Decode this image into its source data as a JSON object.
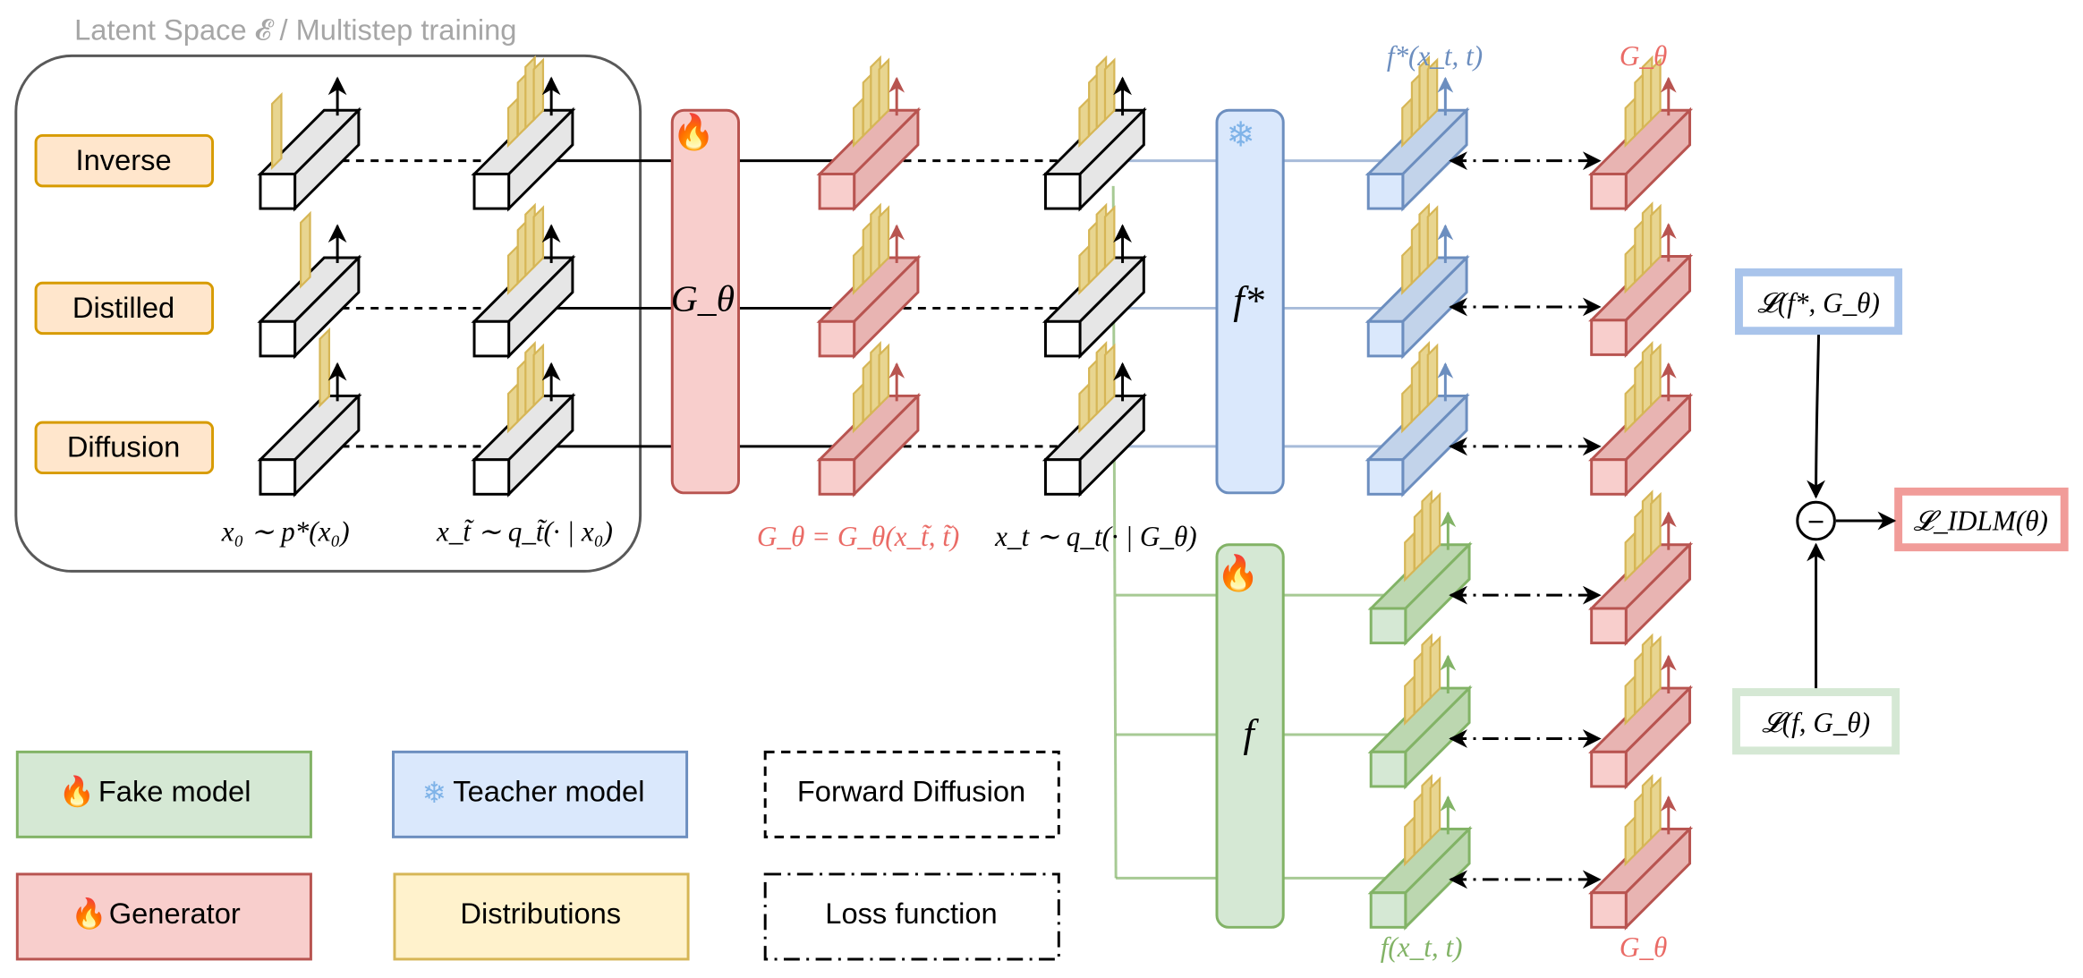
{
  "container": {
    "title": "Latent Space 𝓔 / Multistep training",
    "tasks": [
      "Inverse",
      "Distilled",
      "Diffusion"
    ],
    "x0_label": "x₀ ∼ p*(x₀)",
    "xt_tilde_label": "x_t̃ ∼ q_t̃(· | x₀)"
  },
  "models": {
    "generator_symbol": "G_θ",
    "teacher_symbol": "f*",
    "fake_symbol": "f",
    "fire_icon": "🔥",
    "snowflake_icon": "❄"
  },
  "labels": {
    "generator_output": "G_θ = G_θ(x_t̃, t̃)",
    "forward_sample": "x_t ∼ q_t(· | G_θ)",
    "teacher_output": "f*(x_t, t)",
    "fake_output": "f(x_t, t)",
    "g_top": "G_θ",
    "g_bottom": "G_θ"
  },
  "losses": {
    "teacher": "𝓛(f*, G_θ)",
    "fake": "𝓛(f, G_θ)",
    "minus": "−",
    "total": "𝓛_IDLM(θ)"
  },
  "legend": {
    "fake_model": "Fake model",
    "teacher_model": "Teacher model",
    "forward_diffusion": "Forward Diffusion",
    "generator": "Generator",
    "distributions": "Distributions",
    "loss_function": "Loss function"
  },
  "colors": {
    "generator": "#b85450",
    "generator_fill": "#f8cecc",
    "teacher": "#6c8ebf",
    "teacher_fill": "#dae8fc",
    "fake": "#82b366",
    "fake_fill": "#d5e8d4",
    "distribution": "#d6b656",
    "distribution_fill": "#e8d590",
    "task": "#d79b00",
    "task_fill": "#ffe6cc",
    "gray_title": "#a6a6a6"
  }
}
